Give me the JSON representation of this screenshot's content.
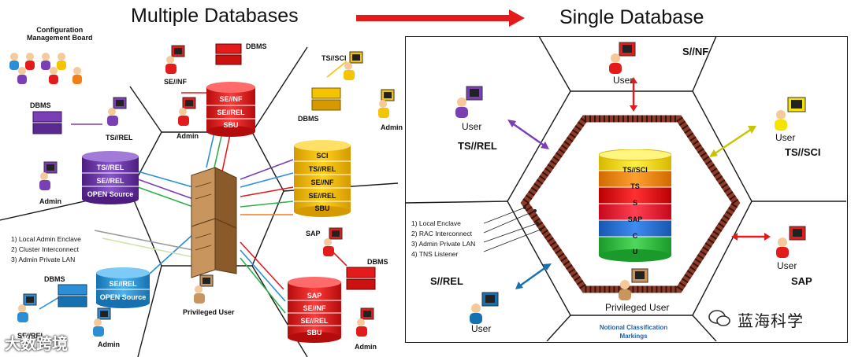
{
  "titles": {
    "left": "Multiple Databases",
    "right": "Single Database"
  },
  "left": {
    "cmb": [
      "Configuration",
      "Management Board"
    ],
    "dbms": "DBMS",
    "se_nf": "SE//NF",
    "admin": "Admin",
    "ts_sci": "TS//SCI",
    "ts_rel": "TS//REL",
    "sap": "SAP",
    "se_rel": "SE//REL",
    "privileged_user": "Privileged User",
    "notes": [
      "1) Local Admin Enclave",
      "2) Cluster Interconnect",
      "3) Admin Private LAN"
    ],
    "db_top": [
      "SE//NF",
      "SE//REL",
      "SBU"
    ],
    "db_left": [
      "TS//REL",
      "SE//REL",
      "OPEN Source"
    ],
    "db_right": [
      "SCI",
      "TS//REL",
      "SE//NF",
      "SE//REL",
      "SBU"
    ],
    "db_bottom_left": [
      "SE//REL",
      "OPEN Source"
    ],
    "db_bottom_right": [
      "SAP",
      "SE//NF",
      "SE//REL",
      "SBU"
    ]
  },
  "right": {
    "s_nf": "S//NF",
    "ts_rel": "TS//REL",
    "ts_sci": "TS//SCI",
    "s_rel": "S//REL",
    "sap": "SAP",
    "user": "User",
    "privileged_user": "Privileged User",
    "notional": [
      "Notional Classification",
      "Markings"
    ],
    "notes": [
      "1) Local Enclave",
      "2) RAC Interconnect",
      "3) Admin Private LAN",
      "4) TNS Listener"
    ],
    "stack": [
      "TS//SCI",
      "TS",
      "S",
      "SAP",
      "C",
      "U"
    ]
  },
  "watermarks": {
    "left": "大数跨境",
    "right": "蓝海科学"
  },
  "colors": {
    "red": "#e31b1b",
    "purple": "#7b3fb5",
    "yellow": "#f5c400",
    "blue": "#2c8fd6",
    "green": "#2fb14a",
    "orange": "#f07f1a",
    "brown": "#8a3b2a"
  }
}
